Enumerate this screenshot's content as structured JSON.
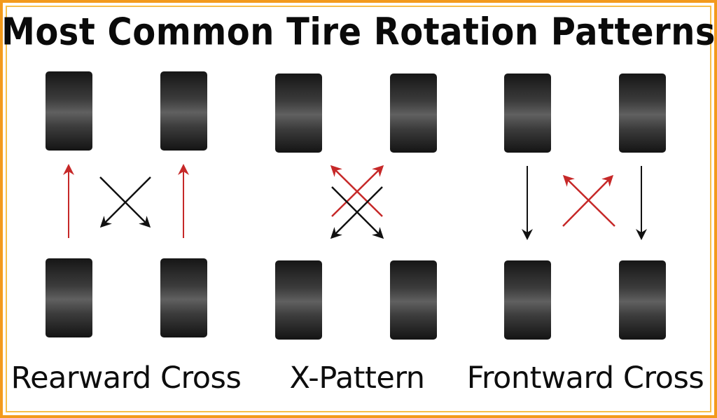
{
  "title": "Most Common Tire Rotation Patterns",
  "colors": {
    "border": "#f39a1c",
    "background": "#ffffff",
    "tire": "#3c3c3c",
    "red_arrow": "#c62828",
    "black_arrow": "#111111"
  },
  "patterns": [
    {
      "label": "Rearward Cross"
    },
    {
      "label": "X-Pattern"
    },
    {
      "label": "Frontward Cross"
    }
  ]
}
